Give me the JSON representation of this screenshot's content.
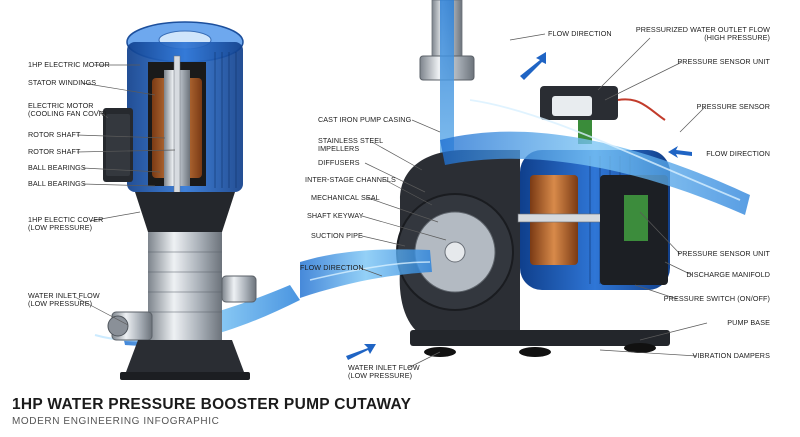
{
  "title": "1HP WATER PRESSURE BOOSTER PUMP CUTAWAY",
  "subtitle": "MODERN ENGINEERING INFOGRAPHIC",
  "colors": {
    "water": "#3a9be0",
    "motor_blue": "#1f5fb8",
    "casing_dark": "#2a2d33",
    "steel": "#b9bfc6",
    "copper": "#b5642b"
  },
  "left_labels": [
    {
      "line1": "1HP ELECTRIC MOTOR",
      "line2": ""
    },
    {
      "line1": "STATOR WINDINGS",
      "line2": ""
    },
    {
      "line1": "ELECTRIC MOTOR",
      "line2": "(COOLING FAN COVR)"
    },
    {
      "line1": "ROTOR SHAFT",
      "line2": ""
    },
    {
      "line1": "ROTOR SHAFT",
      "line2": ""
    },
    {
      "line1": "BALL BEARINGS",
      "line2": ""
    },
    {
      "line1": "BALL BEARINGS",
      "line2": ""
    },
    {
      "line1": "1HP ELECTIC COVER",
      "line2": "(LOW PRESSURE)"
    },
    {
      "line1": "WATER INLET FLOW",
      "line2": "(LOW PRESSURE)"
    }
  ],
  "center_labels": [
    {
      "line1": "CAST IRON PUMP CASING",
      "line2": ""
    },
    {
      "line1": "STAINLESS STEEL",
      "line2": "IMPELLERS"
    },
    {
      "line1": "DIFFUSERS",
      "line2": ""
    },
    {
      "line1": "INTER-STAGE CHANNELS",
      "line2": ""
    },
    {
      "line1": "MECHANICAL SEAL",
      "line2": ""
    },
    {
      "line1": "SHAFT KEYWAY",
      "line2": ""
    },
    {
      "line1": "SUCTION PIPE",
      "line2": ""
    },
    {
      "line1": "FLOW DIRECTION",
      "line2": ""
    },
    {
      "line1": "FLOW DIRECTION",
      "line2": ""
    },
    {
      "line1": "WATER INLET FLOW",
      "line2": "(LOW PRESSURE)"
    }
  ],
  "right_labels": [
    {
      "line1": "PRESSURIZED WATER OUTLET FLOW",
      "line2": "(HIGH PRESSURE)"
    },
    {
      "line1": "PRESSURE SENSOR UNIT",
      "line2": ""
    },
    {
      "line1": "PRESSURE SENSOR",
      "line2": ""
    },
    {
      "line1": "FLOW DIRECTION",
      "line2": ""
    },
    {
      "line1": "PRESSURE SENSOR UNIT",
      "line2": ""
    },
    {
      "line1": "DISCHARGE MANIFOLD",
      "line2": ""
    },
    {
      "line1": "PRESSURE SWITCH (ON/OFF)",
      "line2": ""
    },
    {
      "line1": "PUMP BASE",
      "line2": ""
    },
    {
      "line1": "VIBRATION DAMPERS",
      "line2": ""
    }
  ]
}
